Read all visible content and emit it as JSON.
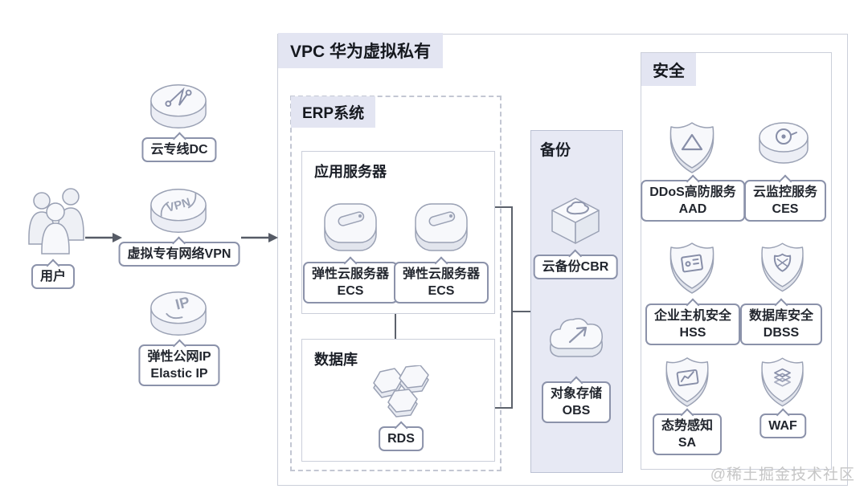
{
  "canvas": {
    "watermark": "@稀土掘金技术社区"
  },
  "colors": {
    "chip_bg": "#e3e5f2",
    "backup_panel_bg": "#e7e9f4",
    "box_border": "#cbcfda",
    "bubble_border": "#8b92aa",
    "connector": "#5d626c",
    "icon_stroke": "#9aa1b4",
    "icon_fill": "#f7f8fb"
  },
  "left_flow": {
    "user": {
      "icon": "users-icon",
      "label1": "用户"
    },
    "nodes": [
      {
        "icon": "direct-connect-disk-icon",
        "label1": "云专线DC"
      },
      {
        "icon": "vpn-disk-icon",
        "glyph": "VPN",
        "label1": "虚拟专有网络VPN"
      },
      {
        "icon": "elastic-ip-disk-icon",
        "glyph": "IP",
        "label1": "弹性公网IP",
        "label2": "Elastic IP"
      }
    ]
  },
  "vpc": {
    "title": "VPC 华为虚拟私有",
    "erp": {
      "title": "ERP系统",
      "app_server": {
        "title": "应用服务器",
        "servers": [
          {
            "icon": "ecs-server-icon",
            "label1": "弹性云服务器",
            "label2": "ECS"
          },
          {
            "icon": "ecs-server-icon",
            "label1": "弹性云服务器",
            "label2": "ECS"
          }
        ]
      },
      "database": {
        "title": "数据库",
        "rds": {
          "icon": "rds-hexagons-icon",
          "label1": "RDS"
        }
      }
    },
    "backup": {
      "title": "备份",
      "items": [
        {
          "icon": "cloud-backup-cube-icon",
          "label1": "云备份CBR"
        },
        {
          "icon": "object-storage-cloud-icon",
          "label1": "对象存储",
          "label2": "OBS"
        }
      ]
    },
    "security": {
      "title": "安全",
      "items": [
        {
          "icon": "ddos-shield-icon",
          "label1": "DDoS高防服务",
          "label2": "AAD"
        },
        {
          "icon": "cloud-eye-disk-icon",
          "label1": "云监控服务",
          "label2": "CES"
        },
        {
          "icon": "host-security-shield-icon",
          "label1": "企业主机安全",
          "label2": "HSS"
        },
        {
          "icon": "database-security-shield-icon",
          "label1": "数据库安全",
          "label2": "DBSS"
        },
        {
          "icon": "situation-awareness-shield-icon",
          "label1": "态势感知",
          "label2": "SA"
        },
        {
          "icon": "waf-shield-icon",
          "label1": "WAF"
        }
      ]
    }
  }
}
